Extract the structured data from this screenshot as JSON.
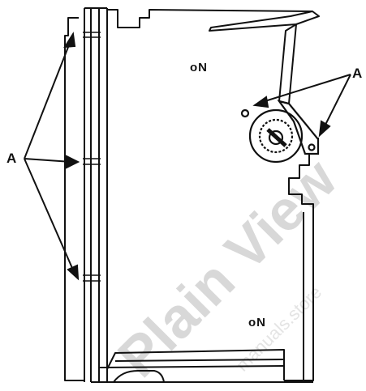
{
  "labels": {
    "callout_left": "A",
    "callout_right": "A",
    "on_top": "oN",
    "on_bottom": "oN"
  },
  "watermark": {
    "main": "Plain View",
    "small": "manuals.store"
  },
  "colors": {
    "line": "#111111",
    "background": "#ffffff",
    "watermark": "#d8d8d8"
  }
}
